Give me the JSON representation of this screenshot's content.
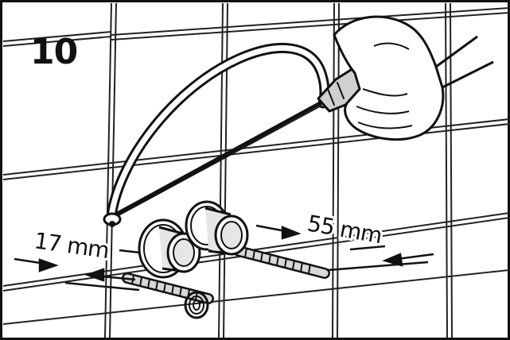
{
  "step": {
    "number": "10"
  },
  "dimensions": [
    {
      "id": "dim-left",
      "label": "17 mm"
    },
    {
      "id": "dim-right",
      "label": "55 mm"
    }
  ],
  "colors": {
    "line": "#111111",
    "tile_grout": "#222222",
    "pipe_fill": "#e6e6e6",
    "background": "#ffffff"
  },
  "icons": [
    "hacksaw-icon",
    "hand-icon",
    "pipe-icon",
    "threaded-rod-icon",
    "wall-tile-icon"
  ]
}
